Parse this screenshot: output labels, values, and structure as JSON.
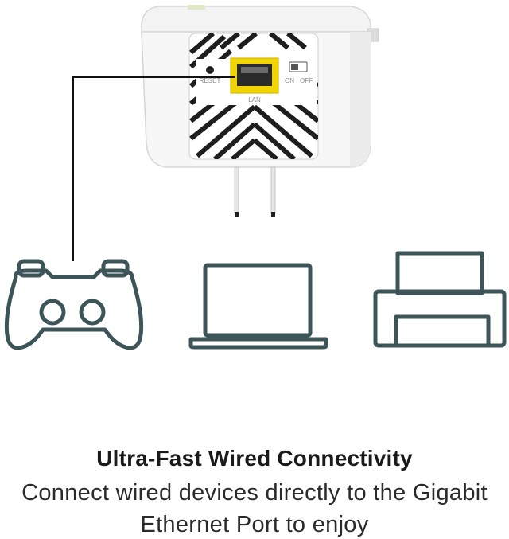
{
  "extender": {
    "reset_label": "RESET",
    "lan_label": "LAN",
    "on_label": "ON",
    "off_label": "OFF"
  },
  "devices": [
    "game-controller",
    "laptop",
    "printer"
  ],
  "caption": {
    "headline": "Ultra-Fast Wired Connectivity",
    "line1": "Connect wired devices directly to the Gigabit",
    "line2": "Ethernet Port to enjoy"
  },
  "colors": {
    "device_outline": "#3d5559",
    "port_yellow": "#f2d400",
    "cable": "#111111",
    "body_white": "#f7f7f7"
  }
}
